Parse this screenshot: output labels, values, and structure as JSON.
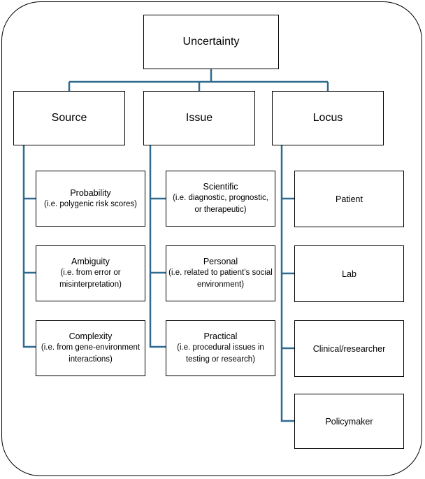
{
  "root": {
    "label": "Uncertainty"
  },
  "categories": [
    {
      "label": "Source",
      "items": [
        {
          "title": "Probability",
          "subtitle": "(i.e. polygenic risk scores)"
        },
        {
          "title": "Ambiguity",
          "subtitle": "(i.e. from error or misinterpretation)"
        },
        {
          "title": "Complexity",
          "subtitle": "(i.e. from gene-environment interactions)"
        }
      ]
    },
    {
      "label": "Issue",
      "items": [
        {
          "title": "Scientific",
          "subtitle": "(i.e. diagnostic, prognostic, or therapeutic)"
        },
        {
          "title": "Personal",
          "subtitle": "(i.e. related to patient’s social environment)"
        },
        {
          "title": "Practical",
          "subtitle": "(i.e. procedural issues in testing or research)"
        }
      ]
    },
    {
      "label": "Locus",
      "items": [
        {
          "title": "Patient"
        },
        {
          "title": "Lab"
        },
        {
          "title": "Clinical/researcher"
        },
        {
          "title": "Policymaker"
        }
      ]
    }
  ],
  "colors": {
    "connector": "#2e6b8f",
    "border": "#000000",
    "background": "#ffffff"
  }
}
